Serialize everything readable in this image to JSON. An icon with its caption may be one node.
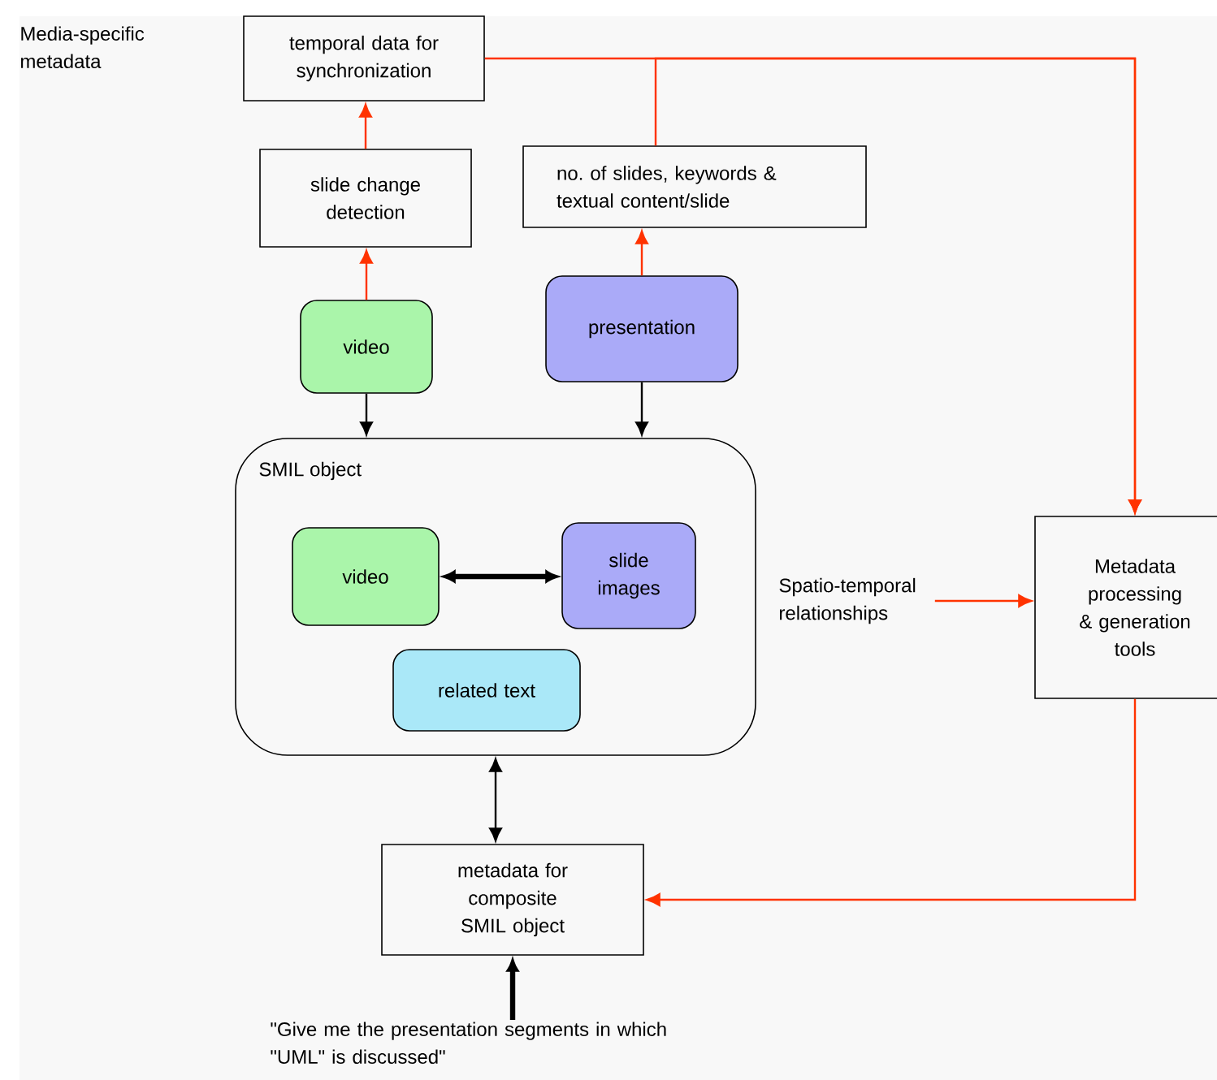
{
  "diagram": {
    "nodes": [
      {
        "text": [
          "temporal data for synchronization"
        ]
      },
      {
        "text": [
          "slide change detection"
        ]
      },
      {
        "text": [
          "no. of slides, keywords & textual content/slide"
        ]
      },
      {
        "text": [
          "video"
        ]
      },
      {
        "text": [
          "presentation"
        ]
      },
      {
        "text": [
          "SMIL object"
        ]
      },
      {
        "text": [
          "video"
        ],
        "in": 5
      },
      {
        "text": [
          "slide images"
        ],
        "in": 5
      },
      {
        "text": [
          "related text"
        ],
        "in": 5
      },
      {
        "text": [
          "Metadata processing & generation tools"
        ]
      },
      {
        "text": [
          "metadata for composite SMIL object"
        ]
      },
      {
        "text": [
          "\"Give me the presentation segments in which \"UML\" is discussed\""
        ]
      },
      {
        "text": [
          "Spatio-temporal relationships"
        ]
      }
    ],
    "edges": [
      {
        "from": 1,
        "to": 0,
        "arrow": "to",
        "color": "#ff3300"
      },
      {
        "from": 3,
        "to": 1,
        "arrow": "to",
        "color": "#ff3300"
      },
      {
        "from": 4,
        "to": 2,
        "arrow": "to",
        "color": "#ff3300"
      },
      {
        "from": 0,
        "to": 9,
        "arrow": "to",
        "color": "#ff3300"
      },
      {
        "from": 2,
        "to": 9,
        "arrow": "to",
        "color": "#ff3300"
      },
      {
        "from": 3,
        "to": 5,
        "arrow": "to",
        "color": "#000000"
      },
      {
        "from": 4,
        "to": 5,
        "arrow": "to",
        "color": "#000000"
      },
      {
        "from": 6,
        "to": 7,
        "arrow": "both",
        "style": "thick",
        "color": "#000000"
      },
      {
        "from": 5,
        "to": 10,
        "arrow": "both",
        "color": "#000000"
      },
      {
        "from": 9,
        "to": 10,
        "arrow": "to",
        "color": "#ff3300"
      },
      {
        "from": 11,
        "to": 10,
        "arrow": "to",
        "style": "thick",
        "color": "#000000"
      },
      {
        "from": 12,
        "to": 9,
        "arrow": "to",
        "color": "#ff3300"
      }
    ],
    "labels": [
      "Media-specific metadata"
    ]
  }
}
